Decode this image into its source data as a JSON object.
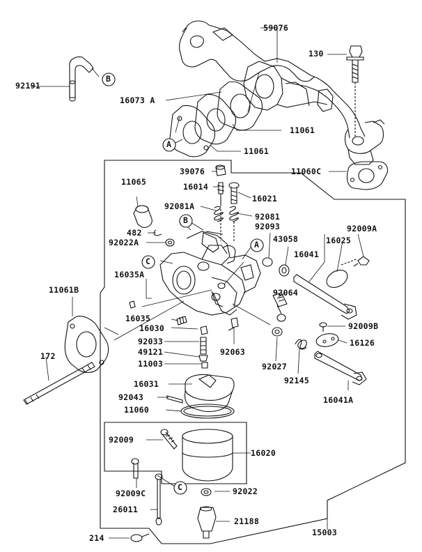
{
  "labels": {
    "p59076": "59076",
    "p130": "130",
    "p92191": "92191",
    "p16073a": "16073 A",
    "p11061_1": "11061",
    "p11061_2": "11061",
    "p11060c": "11060C",
    "p39076": "39076",
    "p11065": "11065",
    "p16014": "16014",
    "p16021": "16021",
    "p92081a": "92081A",
    "p92081": "92081",
    "p92093": "92093",
    "p482": "482",
    "p92022a": "92022A",
    "p43058": "43058",
    "p16025": "16025",
    "p92009a": "92009A",
    "p16041": "16041",
    "p16035a": "16035A",
    "p11061b": "11061B",
    "p92064": "92064",
    "p16035": "16035",
    "p16030": "16030",
    "p92009b": "92009B",
    "p92033": "92033",
    "p16126": "16126",
    "p49121": "49121",
    "p92063": "92063",
    "p11003": "11003",
    "p92027": "92027",
    "p172": "172",
    "p92145": "92145",
    "p16041a": "16041A",
    "p16031": "16031",
    "p92043": "92043",
    "p11060": "11060",
    "p92009": "92009",
    "p16020": "16020",
    "p92009c": "92009C",
    "p92022": "92022",
    "p26011": "26011",
    "p21188": "21188",
    "p214": "214",
    "p15003": "15003"
  },
  "refs": {
    "a1": "A",
    "a2": "A",
    "b1": "B",
    "b2": "B",
    "c1": "C",
    "c2": "C"
  }
}
